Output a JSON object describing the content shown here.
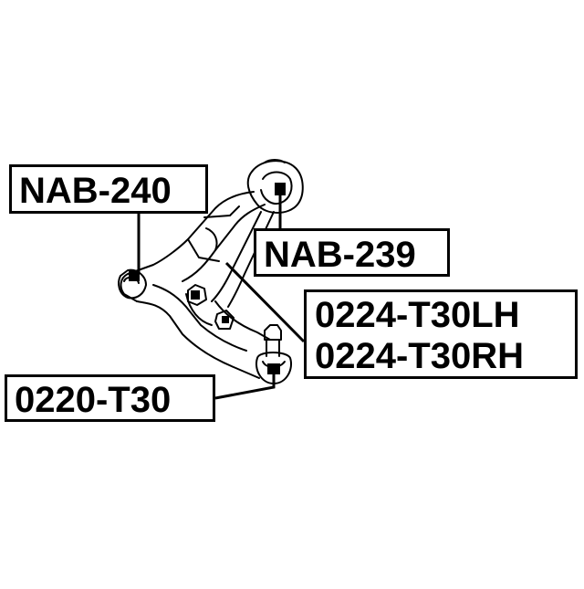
{
  "labels": {
    "nab240": "NAB-240",
    "nab239": "NAB-239",
    "lh": "0224-T30LH",
    "rh": "0224-T30RH",
    "ball_joint": "0220-T30"
  }
}
